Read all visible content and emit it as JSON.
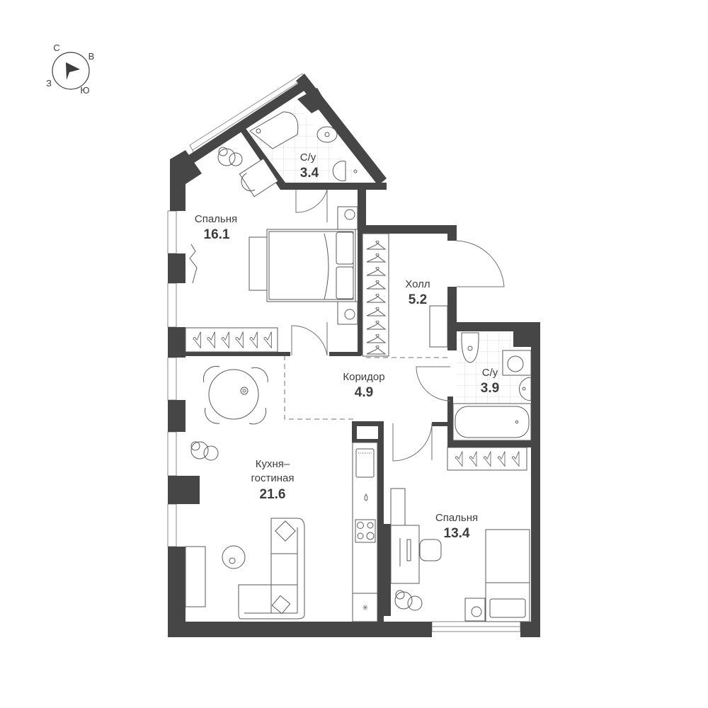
{
  "compass": {
    "north": "С",
    "east": "В",
    "south": "Ю",
    "west": "З",
    "icon": "compass-arrow-icon"
  },
  "rooms": [
    {
      "id": "bathroom-1",
      "name": "С/у",
      "area": "3.4"
    },
    {
      "id": "bedroom-1",
      "name": "Спальня",
      "area": "16.1"
    },
    {
      "id": "hall",
      "name": "Холл",
      "area": "5.2"
    },
    {
      "id": "corridor",
      "name": "Коридор",
      "area": "4.9"
    },
    {
      "id": "bathroom-2",
      "name": "С/у",
      "area": "3.9"
    },
    {
      "id": "kitchen-living",
      "name_line1": "Кухня–",
      "name_line2": "гостиная",
      "area": "21.6"
    },
    {
      "id": "bedroom-2",
      "name": "Спальня",
      "area": "13.4"
    }
  ],
  "colors": {
    "wall": "#464646",
    "text": "#3c3c3c",
    "tile": "#dcdcdc",
    "background": "#ffffff"
  }
}
